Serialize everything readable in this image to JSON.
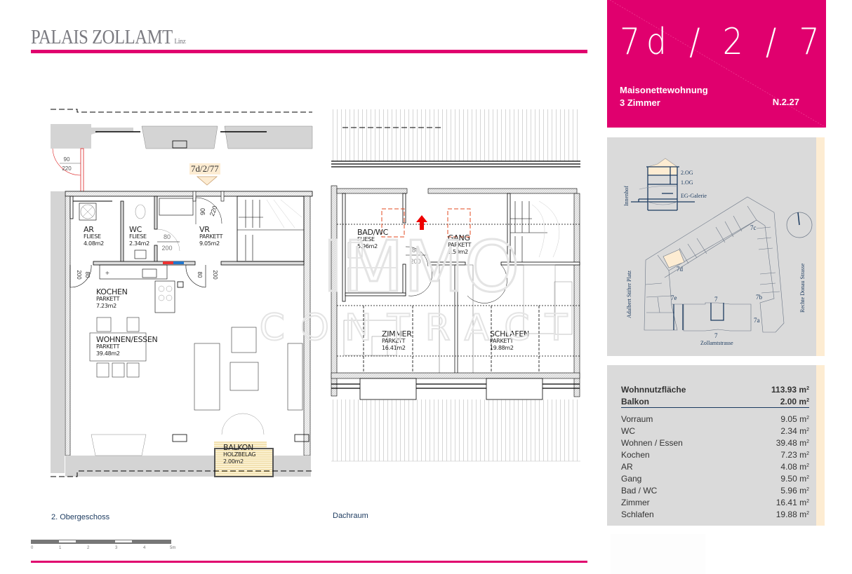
{
  "header": {
    "title": "PALAIS ZOLLAMT",
    "city": "Linz"
  },
  "unit": {
    "number": "7d / 2 / 77",
    "type_line1": "Maisonettewohnung",
    "type_line2": "3 Zimmer",
    "code": "N.2.27",
    "tag": "7d/2/77"
  },
  "colors": {
    "brand_pink": "#e0006e",
    "panel_gray": "#dadada",
    "highlight_cream": "#fdecd2",
    "navy_text": "#1b3a5f"
  },
  "location_map": {
    "section_labels": [
      "2.OG",
      "1.OG",
      "EG-Galerie"
    ],
    "courtyard_label": "Innenhof",
    "street_left": "Adalbert Stifter Platz",
    "street_right": "Rechte Donau Strasse",
    "street_bottom": "Zollamtstrasse",
    "building_labels": [
      "7c",
      "7d",
      "7e",
      "7b",
      "7a",
      "7",
      "7"
    ],
    "compass_icon": "north-arrow"
  },
  "area_table": {
    "totals": [
      {
        "label": "Wohnnutzfläche",
        "value": "113.93 m",
        "unit_sup": "2"
      },
      {
        "label": "Balkon",
        "value": "2.00 m",
        "unit_sup": "2"
      }
    ],
    "rooms": [
      {
        "label": "Vorraum",
        "value": "9.05 m",
        "unit_sup": "2"
      },
      {
        "label": "WC",
        "value": "2.34 m",
        "unit_sup": "2"
      },
      {
        "label": "Wohnen / Essen",
        "value": "39.48 m",
        "unit_sup": "2"
      },
      {
        "label": "Kochen",
        "value": "7.23 m",
        "unit_sup": "2"
      },
      {
        "label": "AR",
        "value": "4.08 m",
        "unit_sup": "2"
      },
      {
        "label": "Gang",
        "value": "9.50 m",
        "unit_sup": "2"
      },
      {
        "label": "Bad / WC",
        "value": "5.96 m",
        "unit_sup": "2"
      },
      {
        "label": "Zimmer",
        "value": "16.41 m",
        "unit_sup": "2"
      },
      {
        "label": "Schlafen",
        "value": "19.88 m",
        "unit_sup": "2"
      }
    ]
  },
  "plans": {
    "lower_label": "2. Obergeschoss",
    "upper_label": "Dachraum",
    "lower_rooms": [
      {
        "name": "AR",
        "floor": "FLIESE",
        "area": "4.08m2"
      },
      {
        "name": "WC",
        "floor": "FLIESE",
        "area": "2.34m2"
      },
      {
        "name": "VR",
        "floor": "PARKETT",
        "area": "9.05m2"
      },
      {
        "name": "KOCHEN",
        "floor": "PARKETT",
        "area": "7.23m2"
      },
      {
        "name": "WOHNEN/ESSEN",
        "floor": "PARKETT",
        "area": "39.48m2"
      },
      {
        "name": "BALKON",
        "floor": "HOLZBELAG",
        "area": "2.00m2"
      }
    ],
    "upper_rooms": [
      {
        "name": "BAD/WC",
        "floor": "FLIESE",
        "area": "5.96m2"
      },
      {
        "name": "GANG",
        "floor": "PARKETT",
        "area": "9.50m2"
      },
      {
        "name": "ZIMMER",
        "floor": "PARKETT",
        "area": "16.41m2"
      },
      {
        "name": "SCHLAFEN",
        "floor": "PARKETT",
        "area": "19.88m2"
      }
    ],
    "door_dims": {
      "entry_w": "90",
      "entry_h": "220",
      "ext_w": "90",
      "ext_h": "220",
      "wc_w": "80",
      "wc_h": "200",
      "kitchen_w": "80",
      "kitchen_h": "200",
      "living_w": "80",
      "living_h": "200",
      "bad_w": "80",
      "bad_h": "200"
    }
  },
  "scale": {
    "ticks": [
      "0",
      "1",
      "2",
      "3",
      "4",
      "5m"
    ]
  },
  "watermark": {
    "line1": "IMMO",
    "line2": "CONTRACT"
  }
}
